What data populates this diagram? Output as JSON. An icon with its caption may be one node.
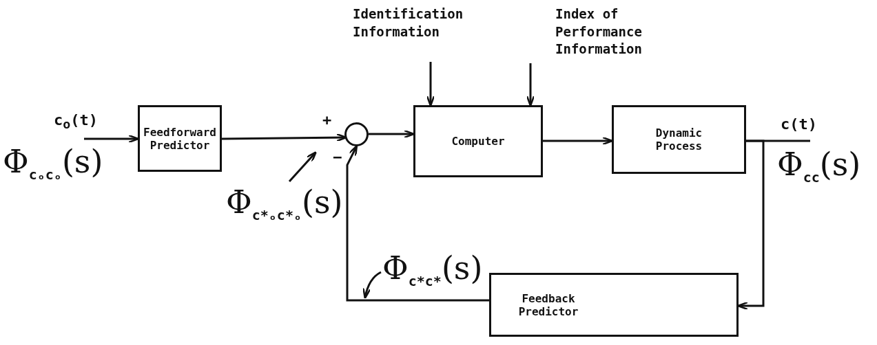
{
  "diagram": {
    "nodes": [
      {
        "text": [
          "Feedforward Predictor"
        ]
      },
      {
        "text": [],
        "shape": "circle"
      },
      {
        "text": [
          "Computer"
        ]
      },
      {
        "text": [
          "Dynamic Process"
        ]
      },
      {
        "text": [
          "Feedback Predictor"
        ]
      },
      {
        "text": [
          "Identification Information"
        ]
      },
      {
        "text": [
          "Index of Performance Information"
        ]
      },
      {
        "text": [
          "Φ$_{c*ₒc*ₒ}$(s)"
        ]
      },
      {
        "text": [
          "Φ$_{c*c*}$(s)"
        ]
      }
    ],
    "edges": [
      {
        "from": null,
        "to": 0,
        "arrow": "to",
        "label": "c$_{o}$(t)"
      },
      {
        "from": 0,
        "to": 1,
        "arrow": "to"
      },
      {
        "from": 1,
        "to": 2,
        "arrow": "to"
      },
      {
        "from": 5,
        "to": 2,
        "arrow": "to"
      },
      {
        "from": 6,
        "to": 2,
        "arrow": "to"
      },
      {
        "from": 2,
        "to": 3,
        "arrow": "to"
      },
      {
        "from": 3,
        "to": null,
        "arrow": "none",
        "label": "c(t)"
      },
      {
        "from": 3,
        "to": 4,
        "arrow": "to"
      },
      {
        "from": 4,
        "to": 1,
        "arrow": "to"
      },
      {
        "from": 7,
        "to": null,
        "arrow": "to"
      },
      {
        "from": 8,
        "to": null,
        "arrow": "to"
      }
    ],
    "labels": [
      "Φ$_{cₒcₒ}$(s)",
      "+",
      "−",
      "Φ$_{cc}$(s)"
    ]
  }
}
